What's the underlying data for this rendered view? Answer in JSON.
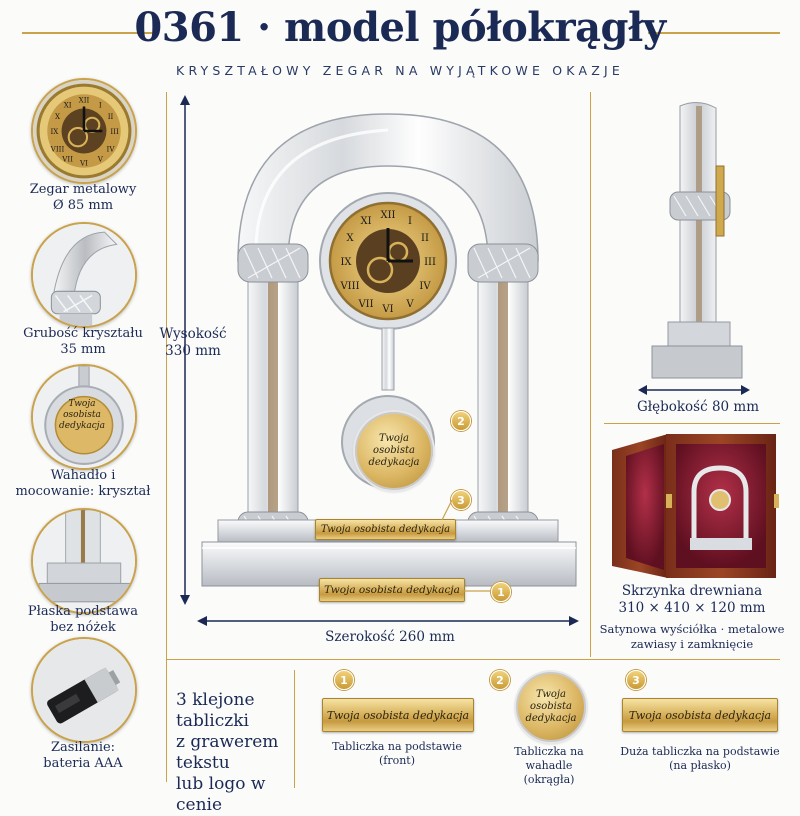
{
  "header": {
    "title": "0361 · model półokrągły",
    "subtitle": "KRYSZTAŁOWY ZEGAR NA WYJĄTKOWE OKAZJE"
  },
  "left_features": [
    {
      "line1": "Zegar metalowy",
      "line2": "Ø 85 mm"
    },
    {
      "line1": "Grubość kryształu",
      "line2": "35 mm"
    },
    {
      "line1": "Wahadło i",
      "line2": "mocowanie: kryształ",
      "pendulum_text": [
        "Twoja",
        "osobista",
        "dedykacja"
      ]
    },
    {
      "line1": "Płaska podstawa",
      "line2": "bez nóżek"
    },
    {
      "line1": "Zasilanie:",
      "line2": "bateria AAA"
    }
  ],
  "dimensions": {
    "height_label": "Wysokość",
    "height_value": "330 mm",
    "width_label": "Szerokość 260 mm",
    "depth_label": "Głębokość 80 mm"
  },
  "main_product": {
    "pendulum_text": [
      "Twoja",
      "osobista",
      "dedykacja"
    ],
    "plaque_text": "Twoja osobista dedykacja",
    "markers": [
      "1",
      "2",
      "3"
    ]
  },
  "box": {
    "title": "Skrzynka drewniana",
    "size": "310 × 410 × 120 mm",
    "desc1": "Satynowa wyściółka · metalowe",
    "desc2": "zawiasy i zamknięcie"
  },
  "plaques_section": {
    "heading": [
      "3 klejone tabliczki",
      "z grawerem tekstu",
      "lub logo w cenie"
    ],
    "items": [
      {
        "num": "1",
        "text": "Twoja osobista dedykacja",
        "cap1": "Tabliczka na podstawie",
        "cap2": "(front)"
      },
      {
        "num": "2",
        "text": [
          "Twoja",
          "osobista",
          "dedykacja"
        ],
        "cap1": "Tabliczka na wahadle",
        "cap2": "(okrągła)"
      },
      {
        "num": "3",
        "text": "Twoja osobista dedykacja",
        "cap1": "Duża tabliczka na podstawie",
        "cap2": "(na płasko)"
      }
    ]
  },
  "colors": {
    "navy": "#1b2a55",
    "gold": "#c9a24a"
  }
}
